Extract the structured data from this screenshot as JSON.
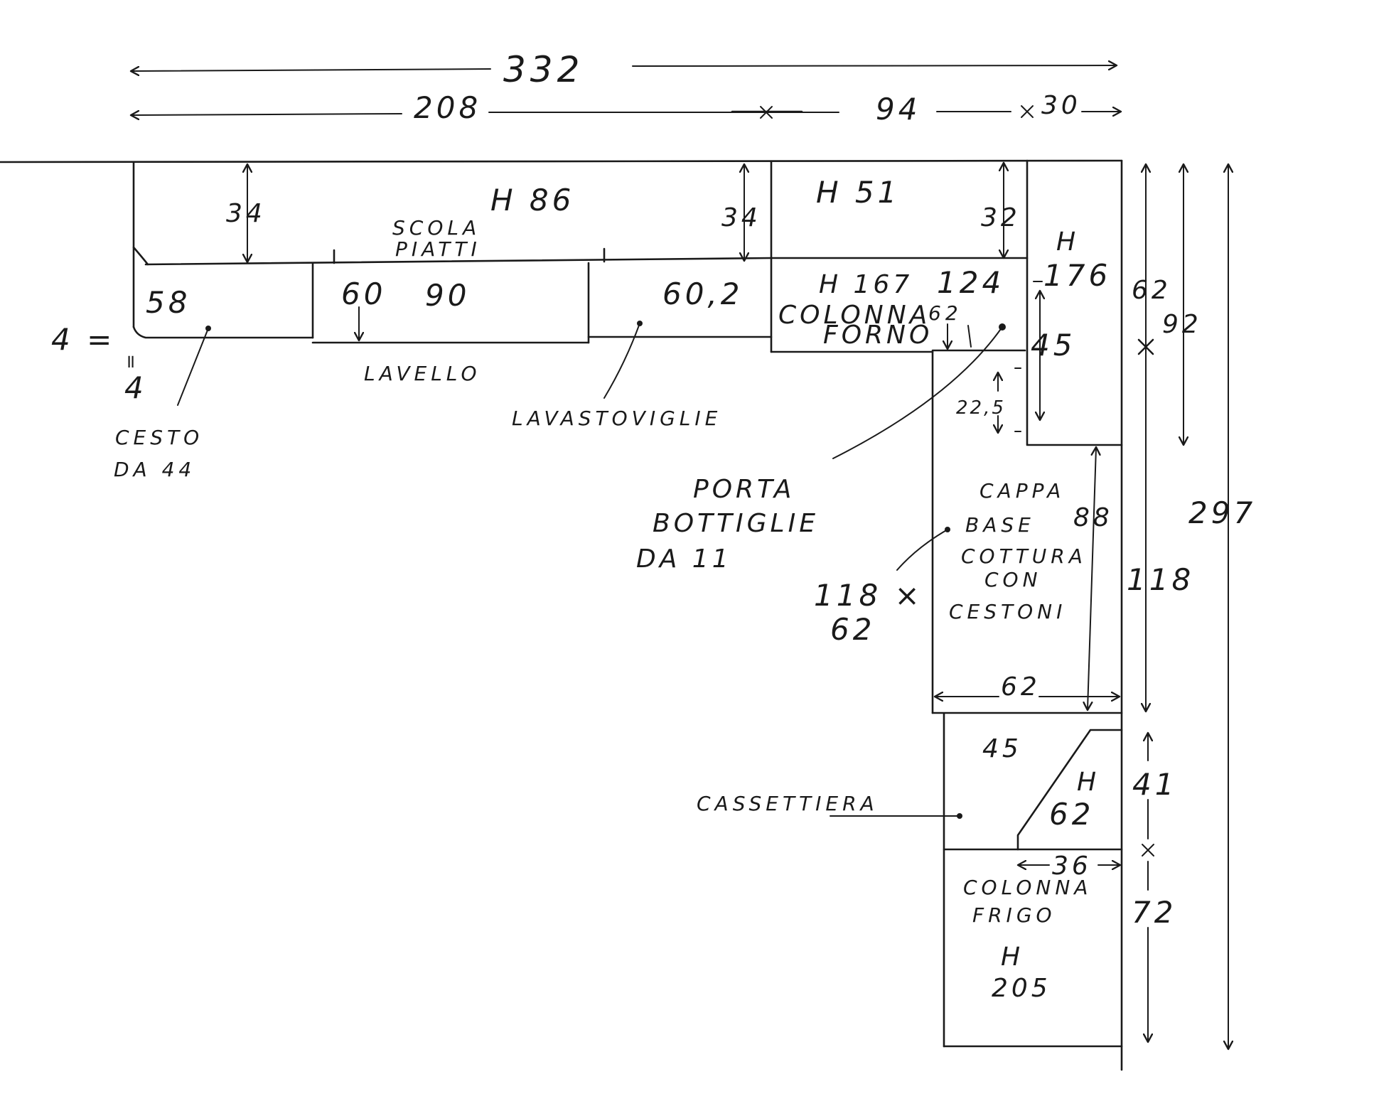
{
  "overall": {
    "total_width": "332",
    "seg_left": "208",
    "seg_mid": "94",
    "seg_right": "30"
  },
  "top_run": {
    "height_upper": "H 86",
    "depth_left": "34",
    "depth_right": "34",
    "scola_piatti_1": "SCOLA",
    "scola_piatti_2": "PIATTI",
    "cesto_width": "58",
    "lavello_width_a": "60",
    "lavello_width_b": "90",
    "lavastoviglie_width": "60,2",
    "left_offset_1": "4 =",
    "left_offset_2": "=",
    "left_offset_3": "4"
  },
  "labels": {
    "lavello": "LAVELLO",
    "lavastoviglie": "LAVASTOVIGLIE",
    "cesto_1": "CESTO",
    "cesto_2": "DA 44",
    "porta_1": "PORTA",
    "porta_2": "BOTTIGLIE",
    "porta_3": "DA 11",
    "cassettiera": "CASSETTIERA"
  },
  "corner": {
    "h_upper": "H 51",
    "depth_upper": "32",
    "h_column": "H 167",
    "width_column": "124",
    "colonna_1": "COLONNA",
    "colonna_2": "FORNO",
    "depth_62": "62"
  },
  "tall": {
    "h_label": "H",
    "h_value": "176",
    "offset_45": "45",
    "offset_225": "22,5",
    "side_62": "62",
    "side_92": "92",
    "total_297": "297"
  },
  "cappa": {
    "line_1": "CAPPA",
    "line_2": "BASE",
    "line_3": "COTTURA",
    "line_4": "CON",
    "line_5": "CESTONI",
    "depth_88": "88",
    "width_62": "62",
    "length_118": "118",
    "size_a": "118 ×",
    "size_b": "62"
  },
  "cassettiera": {
    "width_45": "45",
    "h_label": "H",
    "h_value": "62",
    "length_41": "41",
    "depth_36": "36"
  },
  "frigo": {
    "line_1": "COLONNA",
    "line_2": "FRIGO",
    "h_label": "H",
    "h_value": "205",
    "length_72": "72"
  }
}
